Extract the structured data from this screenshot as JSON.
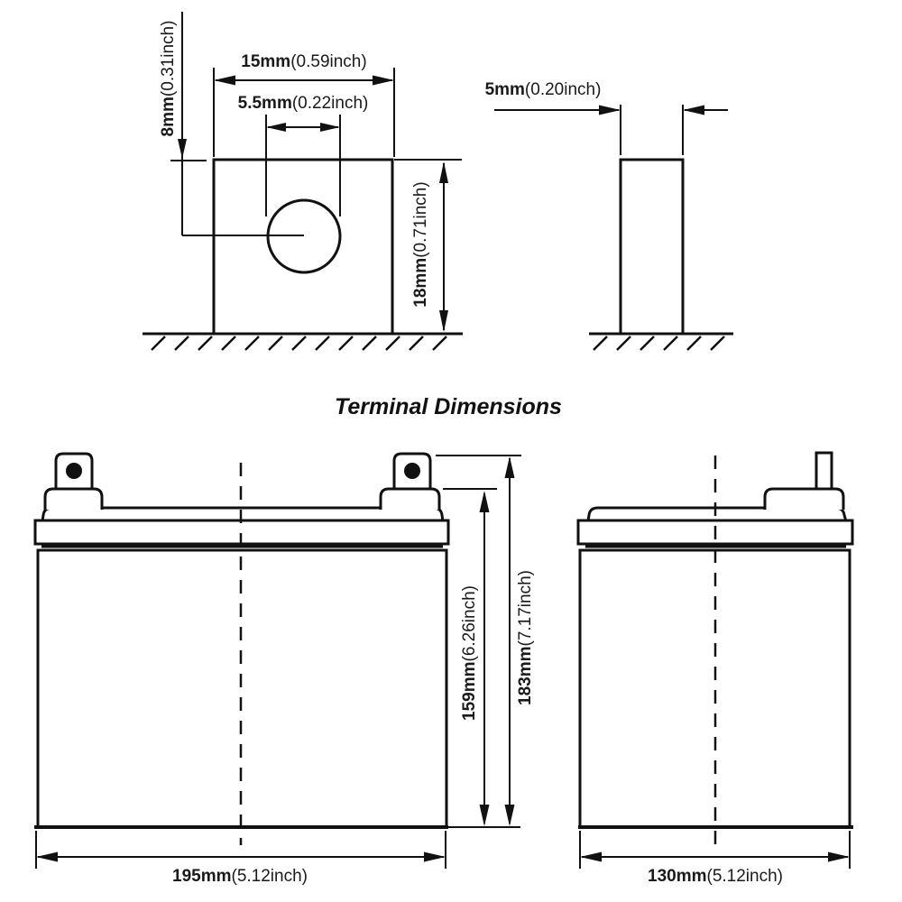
{
  "title": "Terminal Dimensions",
  "colors": {
    "line": "#111111",
    "background": "#ffffff",
    "text": "#1a1a1a"
  },
  "terminal_front_view": {
    "width": {
      "value": "15mm",
      "inch": "(0.59inch)"
    },
    "hole_diameter": {
      "value": "5.5mm",
      "inch": "(0.22inch)"
    },
    "hole_center_from_top": {
      "value": "8mm",
      "inch": "(0.31inch)"
    },
    "height": {
      "value": "18mm",
      "inch": "(0.71inch)"
    }
  },
  "terminal_side_view": {
    "thickness": {
      "value": "5mm",
      "inch": "(0.20inch)"
    }
  },
  "battery_front_view": {
    "width": {
      "value": "195mm",
      "inch": "(5.12inch)"
    },
    "case_height": {
      "value": "159mm",
      "inch": "(6.26inch)"
    },
    "total_height": {
      "value": "183mm",
      "inch": "(7.17inch)"
    }
  },
  "battery_side_view": {
    "depth": {
      "value": "130mm",
      "inch": "(5.12inch)"
    }
  }
}
